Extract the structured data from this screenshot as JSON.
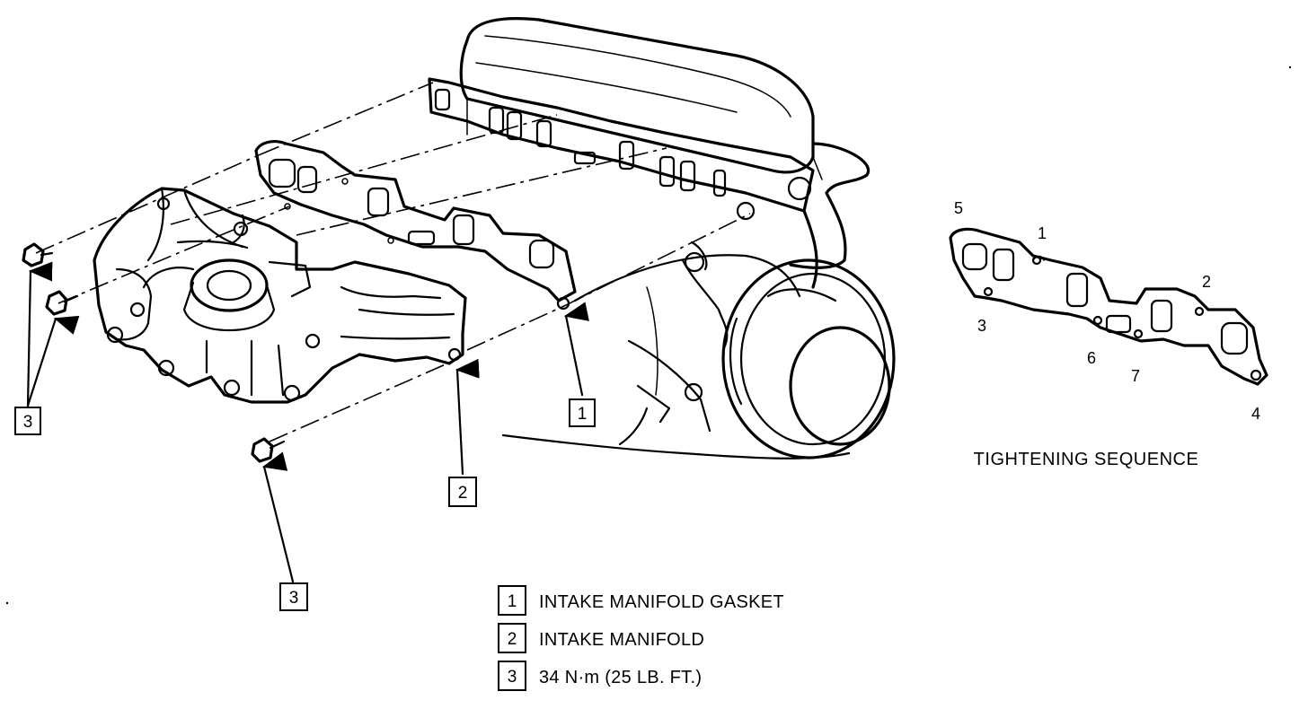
{
  "callouts": {
    "gasket": "1",
    "manifold": "2",
    "bolt_left": "3",
    "bolt_bottom": "3"
  },
  "tightening": {
    "title": "TIGHTENING SEQUENCE",
    "numbers": [
      "1",
      "2",
      "3",
      "4",
      "5",
      "6",
      "7"
    ]
  },
  "legend": [
    {
      "num": "1",
      "text": "INTAKE MANIFOLD GASKET"
    },
    {
      "num": "2",
      "text": "INTAKE MANIFOLD"
    },
    {
      "num": "3",
      "text": "34 N·m (25 LB. FT.)"
    }
  ]
}
